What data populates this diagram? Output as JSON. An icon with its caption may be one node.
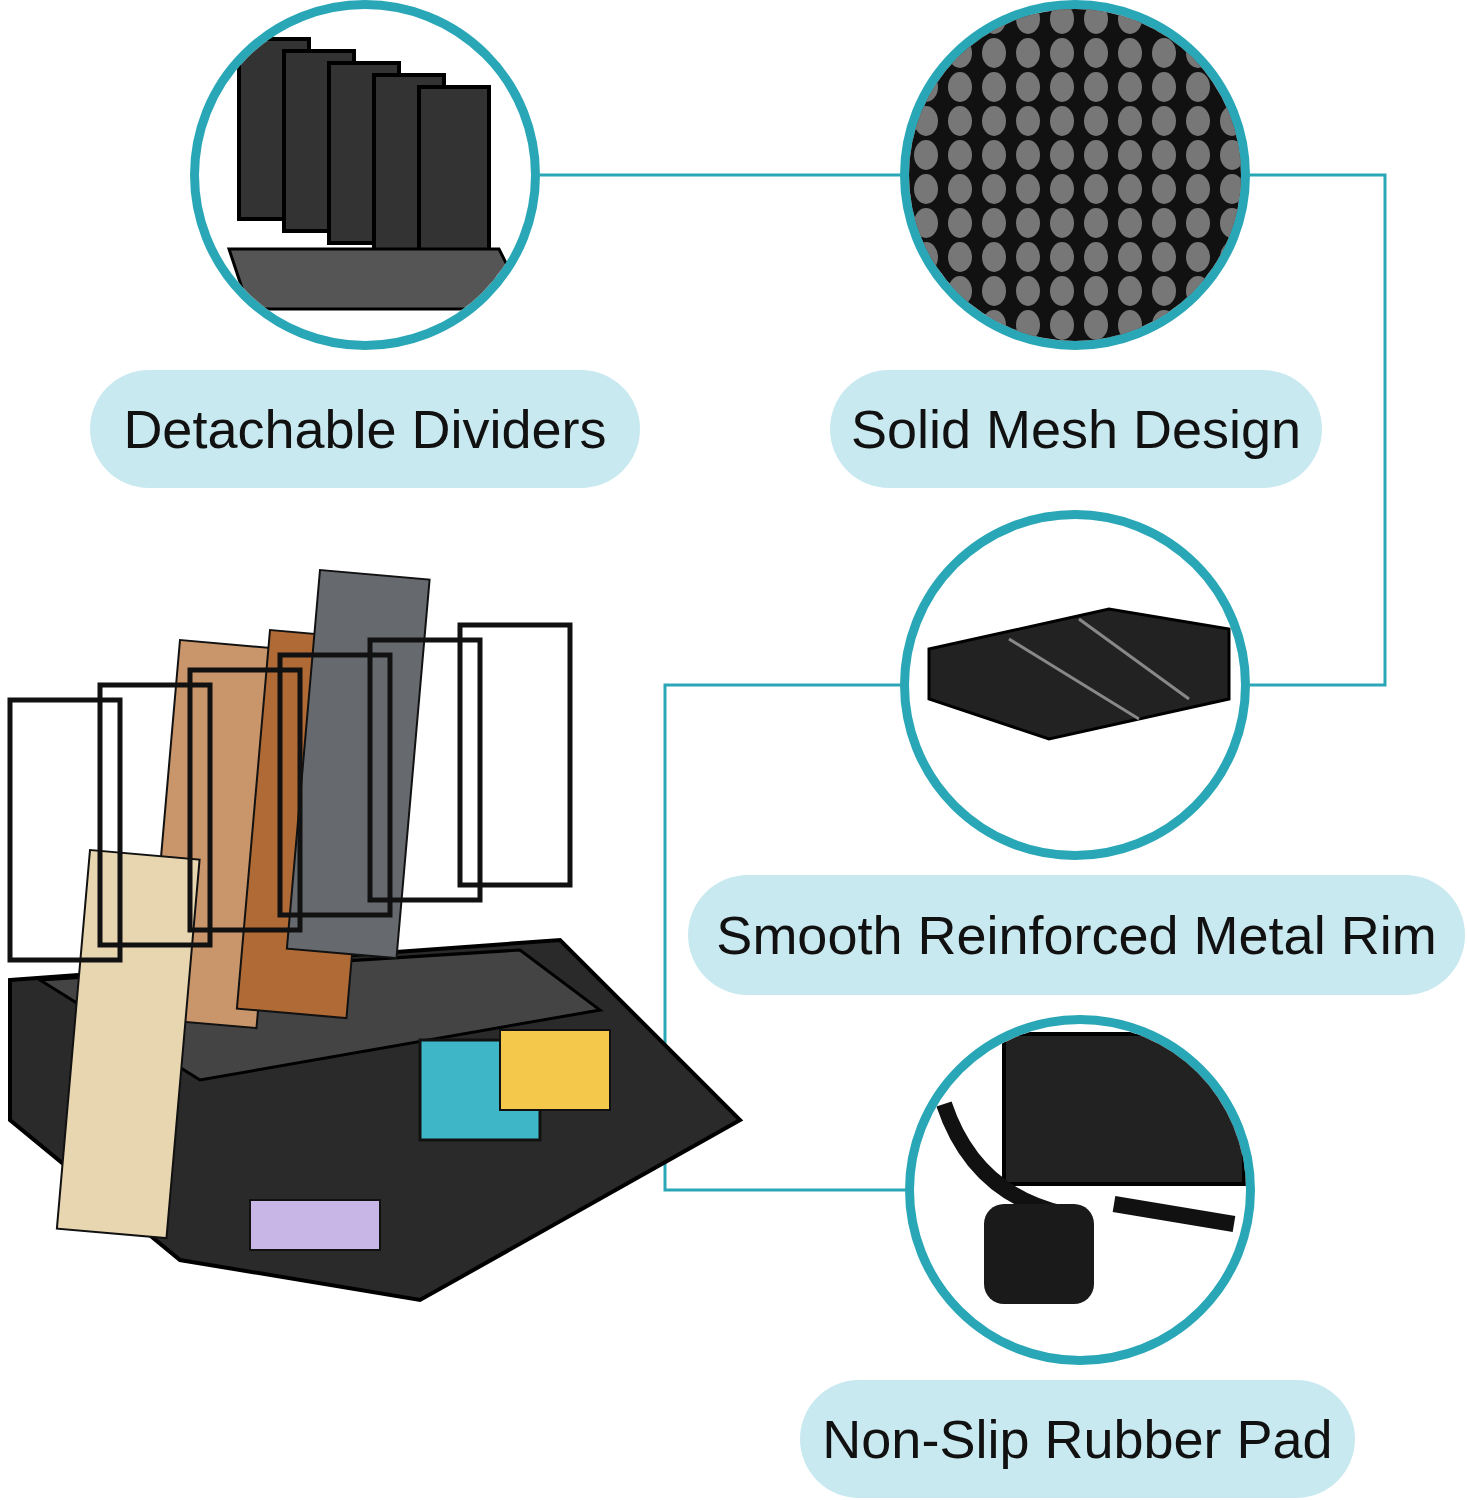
{
  "diagram": {
    "nodes": [
      {
        "text": [],
        "shape": "picture"
      },
      {
        "text": [
          "Detachable Dividers"
        ]
      },
      {
        "text": [],
        "shape": "picture"
      },
      {
        "text": [
          "Solid Mesh Design"
        ]
      },
      {
        "text": [],
        "shape": "picture"
      },
      {
        "text": [
          "Smooth Reinforced Metal Rim"
        ]
      },
      {
        "text": [],
        "shape": "picture"
      },
      {
        "text": [
          "Non-Slip Rubber Pad"
        ]
      }
    ],
    "edges": [
      {
        "from": 0,
        "to": 2,
        "arrow": "none"
      },
      {
        "from": 2,
        "to": 4,
        "arrow": "none"
      },
      {
        "from": 4,
        "to": 6,
        "arrow": "none"
      }
    ]
  }
}
